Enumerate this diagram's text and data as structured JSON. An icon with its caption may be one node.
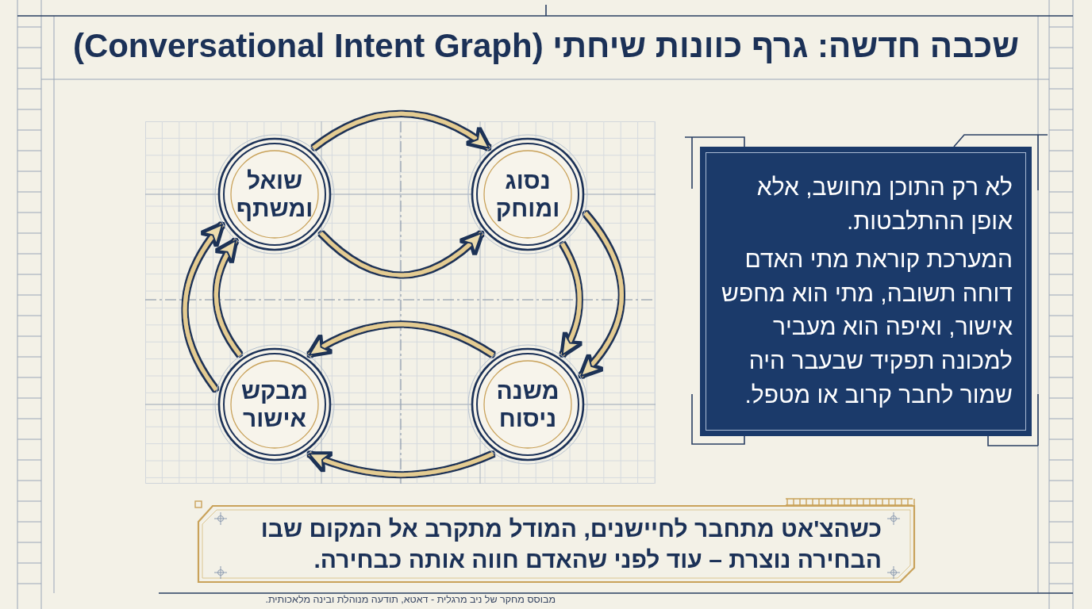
{
  "diagram": {
    "title": "שכבה חדשה: גרף כוונות שיחתי (Conversational Intent Graph)",
    "nodes": [
      {
        "text": [
          "שואל ומשתף"
        ]
      },
      {
        "text": [
          "נסוג ומוחק"
        ]
      },
      {
        "text": [
          "משנה ניסוח"
        ]
      },
      {
        "text": [
          "מבקש אישור"
        ]
      },
      {
        "text": [
          "לא רק התוכן מחושב, אלא אופן ההתלבטות.",
          "המערכת קוראת מתי האדם דוחה תשובה, מתי הוא מחפש אישור, ואיפה הוא מעביר למכונה תפקיד שבעבר היה שמור לחבר קרוב או מטפל."
        ]
      },
      {
        "text": [
          "כשהצ'אט מתחבר לחיישנים, המודל מתקרב אל המקום שבו הבחירה נוצרת – עוד לפני שהאדם חווה אותה כבחירה."
        ]
      }
    ],
    "edges": [
      {
        "from": 0,
        "to": 1,
        "arrow": "to"
      },
      {
        "from": 0,
        "to": 1,
        "arrow": "to"
      },
      {
        "from": 1,
        "to": 2,
        "arrow": "to"
      },
      {
        "from": 1,
        "to": 2,
        "arrow": "to"
      },
      {
        "from": 2,
        "to": 3,
        "arrow": "to"
      },
      {
        "from": 2,
        "to": 3,
        "arrow": "to"
      },
      {
        "from": 3,
        "to": 0,
        "arrow": "to"
      },
      {
        "from": 3,
        "to": 0,
        "arrow": "to"
      }
    ],
    "labels": [
      "מבוסס מחקר של ניב מרגלית - דאטא, תודעה מנוהלת ובינה מלאכותית."
    ]
  }
}
